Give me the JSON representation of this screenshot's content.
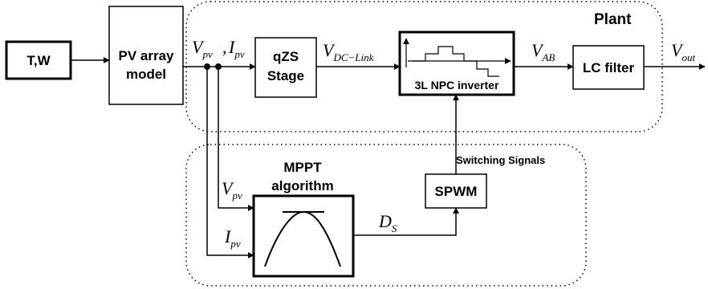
{
  "blocks": {
    "input": "T,W",
    "pv_model_line1": "PV array",
    "pv_model_line2": "model",
    "qzs_line1": "qZS",
    "qzs_line2": "Stage",
    "inverter": "3L NPC inverter",
    "lc_filter": "LC filter",
    "spwm": "SPWM",
    "mppt_line1": "MPPT",
    "mppt_line2": "algorithm"
  },
  "regions": {
    "plant": "Plant",
    "switching_signals": "Switching Signals"
  },
  "signals": {
    "v_main": "V",
    "v_pv_sub": "pv",
    "i_main": "I",
    "i_pv_sub": "pv",
    "v_dc_sub": "DC−Link",
    "v_ab_sub": "AB",
    "v_out_sub": "out",
    "d_main": "D",
    "d_s_sub": "S"
  },
  "colors": {
    "stroke": "#000000",
    "background": "#ffffff"
  }
}
